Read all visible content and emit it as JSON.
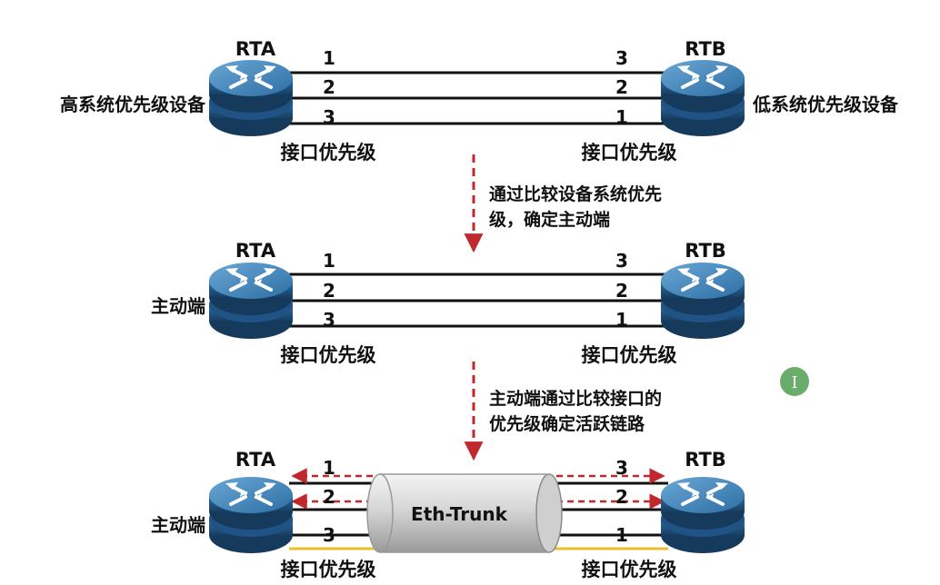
{
  "routers": {
    "left": "RTA",
    "right": "RTB"
  },
  "port_priority_label": "接口优先级",
  "panel1": {
    "left_side_label": "高系统优先级设备",
    "right_side_label": "低系统优先级设备",
    "left_ports": [
      "1",
      "2",
      "3"
    ],
    "right_ports": [
      "3",
      "2",
      "1"
    ]
  },
  "step1": {
    "line1": "通过比较设备系统优先",
    "line2": "级，确定主动端"
  },
  "panel2": {
    "left_side_label": "主动端",
    "left_ports": [
      "1",
      "2",
      "3"
    ],
    "right_ports": [
      "3",
      "2",
      "1"
    ]
  },
  "step2": {
    "line1": "主动端通过比较接口的",
    "line2": "优先级确定活跃链路"
  },
  "panel3": {
    "left_side_label": "主动端",
    "trunk_label": "Eth-Trunk",
    "left_ports": [
      "1",
      "2",
      "3"
    ],
    "right_ports": [
      "3",
      "2",
      "1"
    ]
  },
  "colors": {
    "router_body": "#1f5a8a",
    "router_top": "#3d7fb3",
    "link": "#111111",
    "active_arrow": "#c0282d",
    "inactive_link": "#e8c02c",
    "cursor": "#5aa35a"
  }
}
